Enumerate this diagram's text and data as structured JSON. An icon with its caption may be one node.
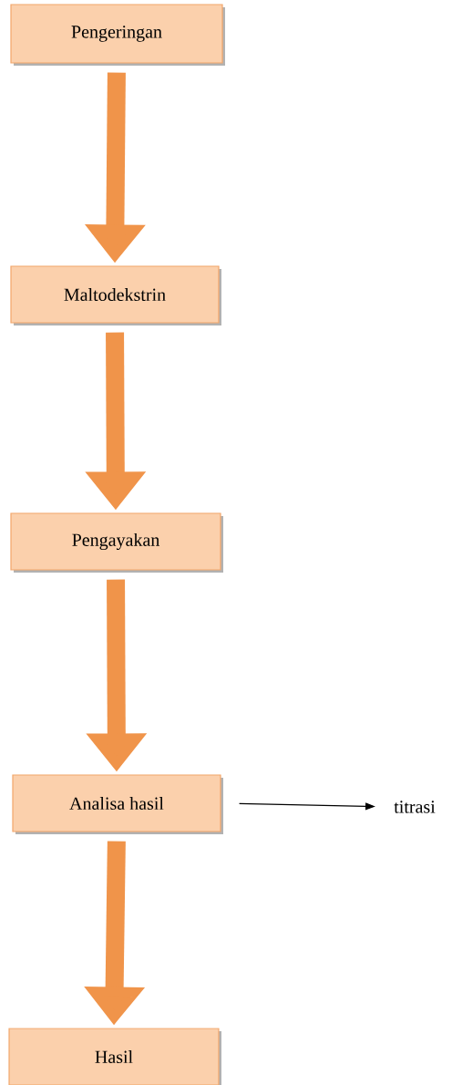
{
  "diagram": {
    "nodes": [
      {
        "text": [
          "Pengeringan"
        ]
      },
      {
        "text": [
          "Maltodekstrin"
        ]
      },
      {
        "text": [
          "Pengayakan"
        ]
      },
      {
        "text": [
          "Analisa hasil"
        ]
      },
      {
        "text": [
          "titrasi"
        ]
      },
      {
        "text": [
          "Hasil"
        ]
      }
    ],
    "edges": [
      {
        "from": 0,
        "to": 1,
        "arrow": "to"
      },
      {
        "from": 1,
        "to": 2,
        "arrow": "to"
      },
      {
        "from": 2,
        "to": 3,
        "arrow": "to"
      },
      {
        "from": 3,
        "to": 4,
        "arrow": "to",
        "color": "#000000"
      },
      {
        "from": 3,
        "to": 5,
        "arrow": "to"
      }
    ]
  }
}
